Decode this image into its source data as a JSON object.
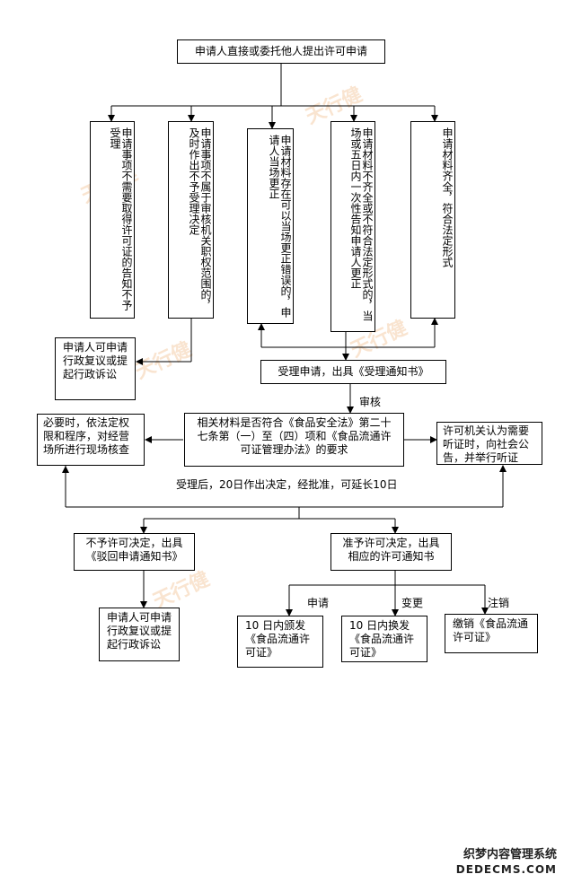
{
  "top": "申请人直接或委托他人提出许可申请",
  "branches": [
    "申请事项不需要取得许可证的告知不予受理",
    "申请事项不属于审核机关职权范围的，及时作出不予受理决定",
    "申请材料存在可以当场更正错误的，申请人当场更正",
    "申请材料不齐全或不符合法定形式的，当场或五日内一次性告知申请人更正",
    "申请材料齐全，符合法定形式"
  ],
  "review_left": "申请人可申请行政复议或提起行政诉讼",
  "accept": "受理申请，出具《受理通知书》",
  "audit_label": "审核",
  "center": "相关材料是否符合《食品安全法》第二十七条第（一）至（四）项和《食品流通许可证管理办法》的要求",
  "left_check": "必要时，依法定权限和程序，对经营场所进行现场核查",
  "right_hear": "许可机关认为需要听证时，向社会公告，并举行听证",
  "timeline": "受理后，20日作出决定，经批准，可延长10日",
  "deny": "不予许可决定，出具《驳回申请通知书》",
  "approve": "准予许可决定，出具相应的许可通知书",
  "review_bottom": "申请人可申请行政复议或提起行政诉讼",
  "sub_labels": [
    "申请",
    "变更",
    "注销"
  ],
  "sub_boxes": [
    "10 日内颁发《食品流通许可证》",
    "10 日内换发《食品流通许可证》",
    "缴销《食品流通许可证》"
  ],
  "watermark": "天行健",
  "footer": {
    "line1": "织梦内容管理系统",
    "line2": "DEDECMS.COM"
  }
}
